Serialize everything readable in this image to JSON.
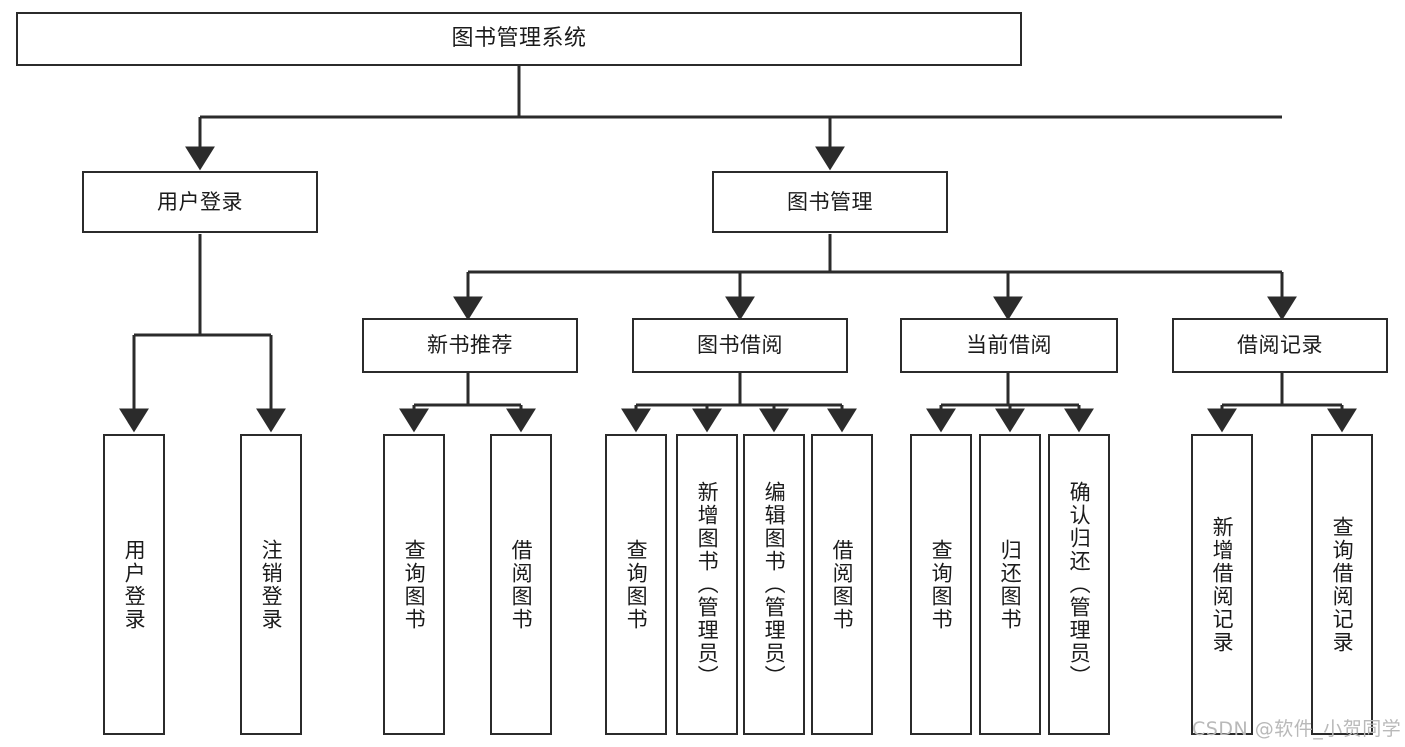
{
  "diagram": {
    "type": "tree",
    "title": "图书管理系统",
    "root": {
      "label": "图书管理系统"
    },
    "level2": [
      {
        "label": "用户登录"
      },
      {
        "label": "图书管理"
      }
    ],
    "level3": [
      {
        "label": "新书推荐"
      },
      {
        "label": "图书借阅"
      },
      {
        "label": "当前借阅"
      },
      {
        "label": "借阅记录"
      }
    ],
    "leaves_user_login": [
      {
        "label": "用户登录"
      },
      {
        "label": "注销登录"
      }
    ],
    "leaves_new_book": [
      {
        "label": "查询图书"
      },
      {
        "label": "借阅图书"
      }
    ],
    "leaves_borrow": [
      {
        "label": "查询图书"
      },
      {
        "label": "新增图书（管理员）"
      },
      {
        "label": "编辑图书（管理员）"
      },
      {
        "label": "借阅图书"
      }
    ],
    "leaves_current": [
      {
        "label": "查询图书"
      },
      {
        "label": "归还图书"
      },
      {
        "label": "确认归还（管理员）"
      }
    ],
    "leaves_records": [
      {
        "label": "新增借阅记录"
      },
      {
        "label": "查询借阅记录"
      }
    ]
  },
  "watermark": {
    "text": "CSDN @软件_小贺同学"
  },
  "colors": {
    "stroke": "#2b2b2b",
    "fill": "#ffffff",
    "text": "#1b1b1b",
    "watermark": "#b9b9b9"
  }
}
